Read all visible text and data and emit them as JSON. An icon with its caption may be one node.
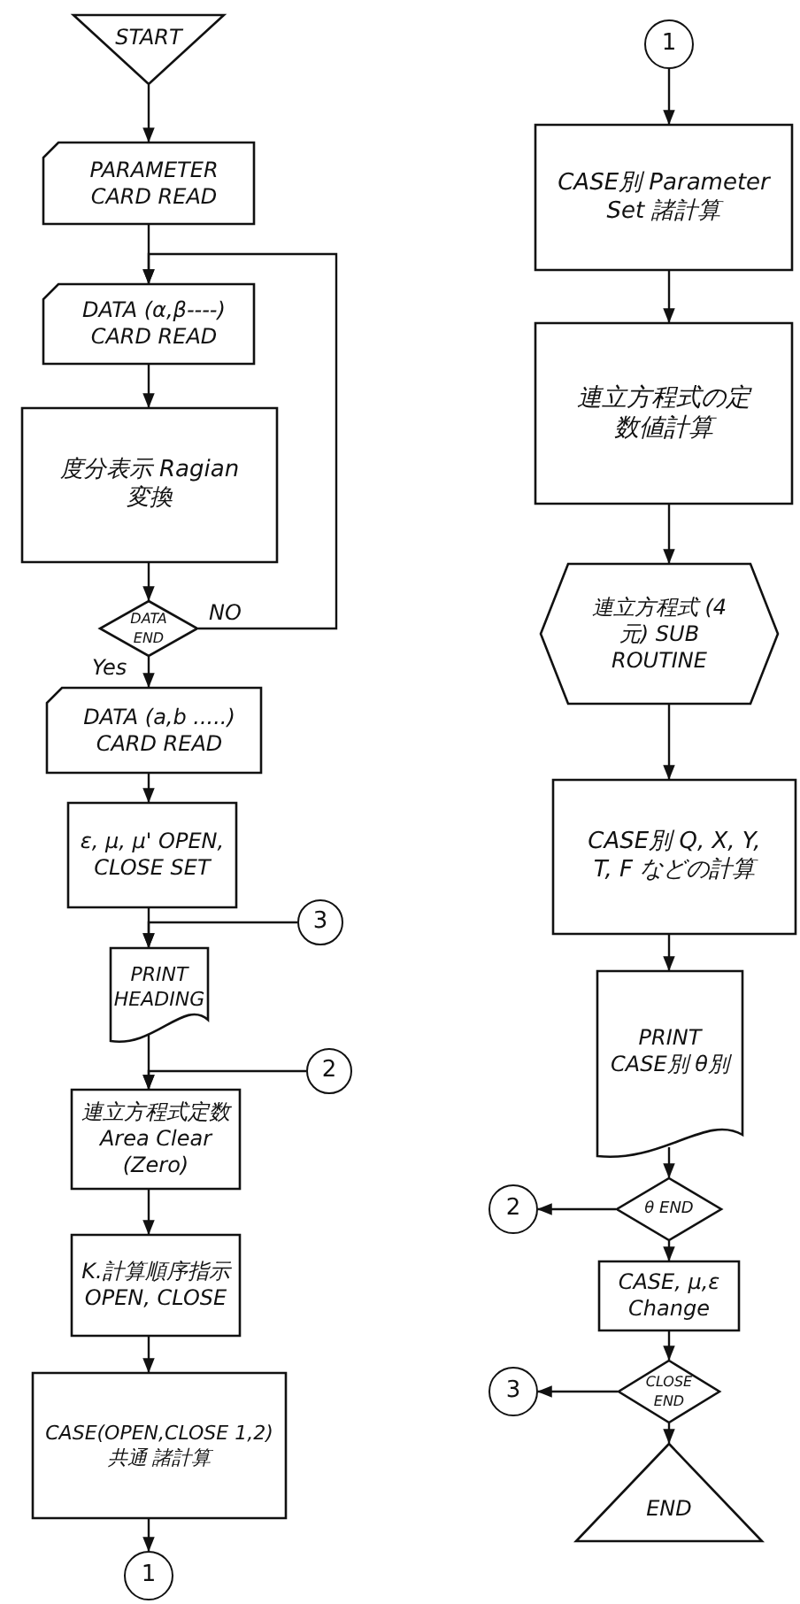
{
  "diagram": {
    "nodes": [
      {
        "text": [
          "START"
        ]
      },
      {
        "text": [
          "PARAMETER CARD READ"
        ]
      },
      {
        "text": [
          "DATA (α,β----) CARD READ"
        ]
      },
      {
        "text": [
          "度分表示 Ragian 変換"
        ]
      },
      {
        "text": [
          "DATA END"
        ]
      },
      {
        "text": [
          "DATA (a,b .....) CARD READ"
        ]
      },
      {
        "text": [
          "ε, μ, μ' OPEN, CLOSE SET"
        ]
      },
      {
        "text": [
          "3"
        ]
      },
      {
        "text": [
          "PRINT HEADING"
        ]
      },
      {
        "text": [
          "2"
        ]
      },
      {
        "text": [
          "連立方程式定数 Area Clear (Zero)"
        ]
      },
      {
        "text": [
          "K.計算順序指示 OPEN, CLOSE"
        ]
      },
      {
        "text": [
          "CASE(OPEN,CLOSE 1,2) 共通 諸計算"
        ]
      },
      {
        "text": [
          "1"
        ]
      },
      {
        "text": [
          "1"
        ]
      },
      {
        "text": [
          "CASE別 Parameter Set 諸計算"
        ]
      },
      {
        "text": [
          "連立方程式の定数値計算"
        ]
      },
      {
        "text": [
          "連立方程式 (4 元) SUB ROUTINE"
        ]
      },
      {
        "text": [
          "CASE別 Q, X, Y, T, F などの計算"
        ]
      },
      {
        "text": [
          "PRINT CASE別 θ別"
        ]
      },
      {
        "text": [
          "θ END"
        ]
      },
      {
        "text": [
          "2"
        ]
      },
      {
        "text": [
          "CASE, μ,ε Change"
        ]
      },
      {
        "text": [
          "CLOSE END"
        ]
      },
      {
        "text": [
          "3"
        ]
      },
      {
        "text": [
          "END"
        ]
      }
    ],
    "edges": [
      {
        "from": 0,
        "to": 1,
        "arrow": "to"
      },
      {
        "from": 1,
        "to": 2,
        "arrow": "to"
      },
      {
        "from": 2,
        "to": 3,
        "arrow": "to"
      },
      {
        "from": 3,
        "to": 4,
        "arrow": "to"
      },
      {
        "from": 4,
        "to": 2,
        "arrow": "to",
        "label": "NO"
      },
      {
        "from": 4,
        "to": 5,
        "arrow": "to",
        "label": "Yes"
      },
      {
        "from": 5,
        "to": 6,
        "arrow": "to"
      },
      {
        "from": 6,
        "to": 8,
        "arrow": "to"
      },
      {
        "from": 7,
        "to": 8,
        "arrow": "to"
      },
      {
        "from": 8,
        "to": 10,
        "arrow": "to"
      },
      {
        "from": 9,
        "to": 10,
        "arrow": "to"
      },
      {
        "from": 10,
        "to": 11,
        "arrow": "to"
      },
      {
        "from": 11,
        "to": 12,
        "arrow": "to"
      },
      {
        "from": 12,
        "to": 13,
        "arrow": "to"
      },
      {
        "from": 14,
        "to": 15,
        "arrow": "to"
      },
      {
        "from": 15,
        "to": 16,
        "arrow": "to"
      },
      {
        "from": 16,
        "to": 17,
        "arrow": "to"
      },
      {
        "from": 17,
        "to": 18,
        "arrow": "to"
      },
      {
        "from": 18,
        "to": 19,
        "arrow": "to"
      },
      {
        "from": 19,
        "to": 20,
        "arrow": "to"
      },
      {
        "from": 20,
        "to": 21,
        "arrow": "to"
      },
      {
        "from": 20,
        "to": 22,
        "arrow": "to"
      },
      {
        "from": 22,
        "to": 23,
        "arrow": "to"
      },
      {
        "from": 23,
        "to": 24,
        "arrow": "to"
      },
      {
        "from": 23,
        "to": 25,
        "arrow": "to"
      }
    ]
  }
}
